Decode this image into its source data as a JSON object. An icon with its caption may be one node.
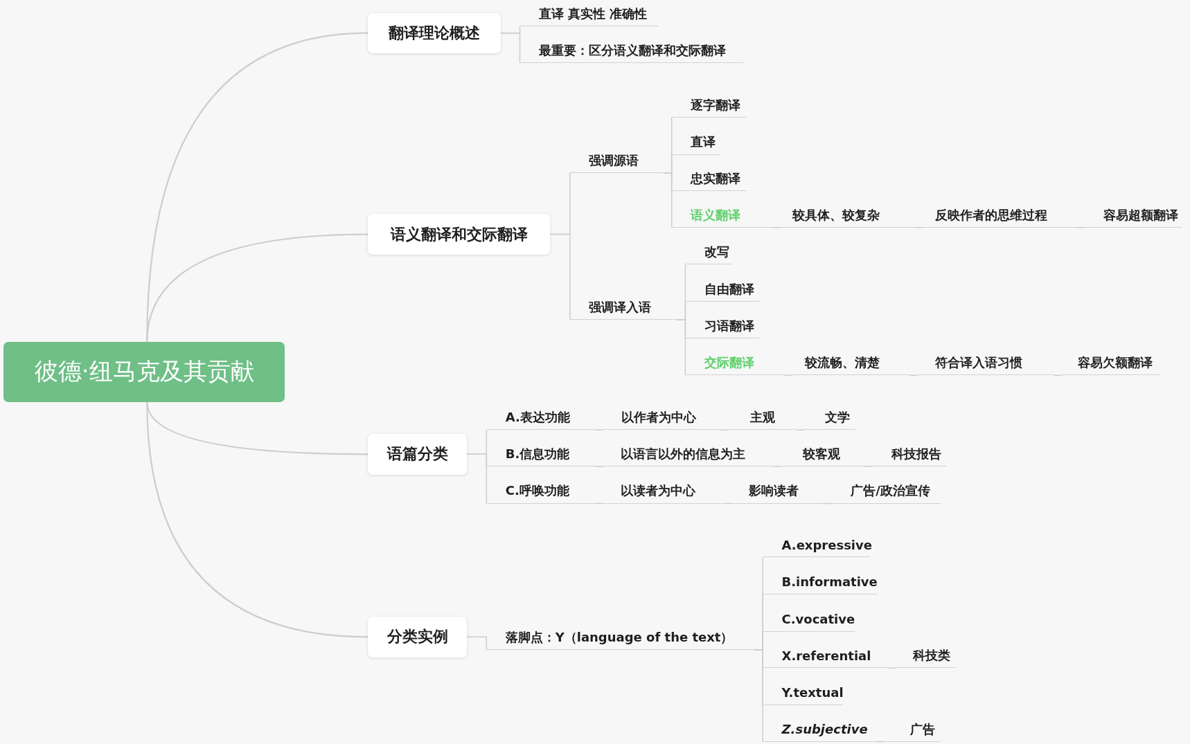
{
  "diagram": {
    "nodes": [
      {
        "text": [
          "彼德·纽马克及其贡献"
        ]
      },
      {
        "text": [
          "翻译理论概述"
        ]
      },
      {
        "text": [
          "直译 真实性 准确性"
        ]
      },
      {
        "text": [
          "最重要：区分语义翻译和交际翻译"
        ]
      },
      {
        "text": [
          "语义翻译和交际翻译"
        ]
      },
      {
        "text": [
          "强调源语"
        ]
      },
      {
        "text": [
          "逐字翻译"
        ]
      },
      {
        "text": [
          "直译"
        ]
      },
      {
        "text": [
          "忠实翻译"
        ]
      },
      {
        "text": [
          "语义翻译"
        ]
      },
      {
        "text": [
          "较具体、较复杂"
        ]
      },
      {
        "text": [
          "反映作者的思维过程"
        ]
      },
      {
        "text": [
          "容易超额翻译"
        ]
      },
      {
        "text": [
          "强调译入语"
        ]
      },
      {
        "text": [
          "改写"
        ]
      },
      {
        "text": [
          "自由翻译"
        ]
      },
      {
        "text": [
          "习语翻译"
        ]
      },
      {
        "text": [
          "交际翻译"
        ]
      },
      {
        "text": [
          "较流畅、清楚"
        ]
      },
      {
        "text": [
          "符合译入语习惯"
        ]
      },
      {
        "text": [
          "容易欠额翻译"
        ]
      },
      {
        "text": [
          "语篇分类"
        ]
      },
      {
        "text": [
          "A.表达功能"
        ]
      },
      {
        "text": [
          "以作者为中心"
        ]
      },
      {
        "text": [
          "主观"
        ]
      },
      {
        "text": [
          "文学"
        ]
      },
      {
        "text": [
          "B.信息功能"
        ]
      },
      {
        "text": [
          "以语言以外的信息为主"
        ]
      },
      {
        "text": [
          "较客观"
        ]
      },
      {
        "text": [
          "科技报告"
        ]
      },
      {
        "text": [
          "C.呼唤功能"
        ]
      },
      {
        "text": [
          "以读者为中心"
        ]
      },
      {
        "text": [
          "影响读者"
        ]
      },
      {
        "text": [
          "广告/政治宣传"
        ]
      },
      {
        "text": [
          "分类实例"
        ]
      },
      {
        "text": [
          "落脚点：Y（language of the text）"
        ]
      },
      {
        "text": [
          "A.expressive"
        ]
      },
      {
        "text": [
          "B.informative"
        ]
      },
      {
        "text": [
          "C.vocative"
        ]
      },
      {
        "text": [
          "X.referential"
        ]
      },
      {
        "text": [
          "科技类"
        ]
      },
      {
        "text": [
          "Y.textual"
        ]
      },
      {
        "text": [
          "Z.subjective"
        ]
      },
      {
        "text": [
          "广告"
        ]
      }
    ],
    "edges": [
      {
        "from": 0,
        "to": 1,
        "arrow": "none"
      },
      {
        "from": 1,
        "to": 2,
        "arrow": "none"
      },
      {
        "from": 1,
        "to": 3,
        "arrow": "none"
      },
      {
        "from": 0,
        "to": 4,
        "arrow": "none"
      },
      {
        "from": 4,
        "to": 5,
        "arrow": "none"
      },
      {
        "from": 5,
        "to": 6,
        "arrow": "none"
      },
      {
        "from": 5,
        "to": 7,
        "arrow": "none"
      },
      {
        "from": 5,
        "to": 8,
        "arrow": "none"
      },
      {
        "from": 5,
        "to": 9,
        "arrow": "none"
      },
      {
        "from": 9,
        "to": 10,
        "arrow": "none"
      },
      {
        "from": 10,
        "to": 11,
        "arrow": "none"
      },
      {
        "from": 11,
        "to": 12,
        "arrow": "none"
      },
      {
        "from": 4,
        "to": 13,
        "arrow": "none"
      },
      {
        "from": 13,
        "to": 14,
        "arrow": "none"
      },
      {
        "from": 13,
        "to": 15,
        "arrow": "none"
      },
      {
        "from": 13,
        "to": 16,
        "arrow": "none"
      },
      {
        "from": 13,
        "to": 17,
        "arrow": "none"
      },
      {
        "from": 17,
        "to": 18,
        "arrow": "none"
      },
      {
        "from": 18,
        "to": 19,
        "arrow": "none"
      },
      {
        "from": 19,
        "to": 20,
        "arrow": "none"
      },
      {
        "from": 0,
        "to": 21,
        "arrow": "none"
      },
      {
        "from": 21,
        "to": 22,
        "arrow": "none"
      },
      {
        "from": 22,
        "to": 23,
        "arrow": "none"
      },
      {
        "from": 23,
        "to": 24,
        "arrow": "none"
      },
      {
        "from": 24,
        "to": 25,
        "arrow": "none"
      },
      {
        "from": 21,
        "to": 26,
        "arrow": "none"
      },
      {
        "from": 26,
        "to": 27,
        "arrow": "none"
      },
      {
        "from": 27,
        "to": 28,
        "arrow": "none"
      },
      {
        "from": 28,
        "to": 29,
        "arrow": "none"
      },
      {
        "from": 21,
        "to": 30,
        "arrow": "none"
      },
      {
        "from": 30,
        "to": 31,
        "arrow": "none"
      },
      {
        "from": 31,
        "to": 32,
        "arrow": "none"
      },
      {
        "from": 32,
        "to": 33,
        "arrow": "none"
      },
      {
        "from": 0,
        "to": 34,
        "arrow": "none"
      },
      {
        "from": 34,
        "to": 35,
        "arrow": "none"
      },
      {
        "from": 35,
        "to": 36,
        "arrow": "none"
      },
      {
        "from": 35,
        "to": 37,
        "arrow": "none"
      },
      {
        "from": 35,
        "to": 38,
        "arrow": "none"
      },
      {
        "from": 35,
        "to": 39,
        "arrow": "none"
      },
      {
        "from": 39,
        "to": 40,
        "arrow": "none"
      },
      {
        "from": 35,
        "to": 41,
        "arrow": "none"
      },
      {
        "from": 35,
        "to": 42,
        "arrow": "none"
      },
      {
        "from": 42,
        "to": 43,
        "arrow": "none"
      }
    ]
  }
}
